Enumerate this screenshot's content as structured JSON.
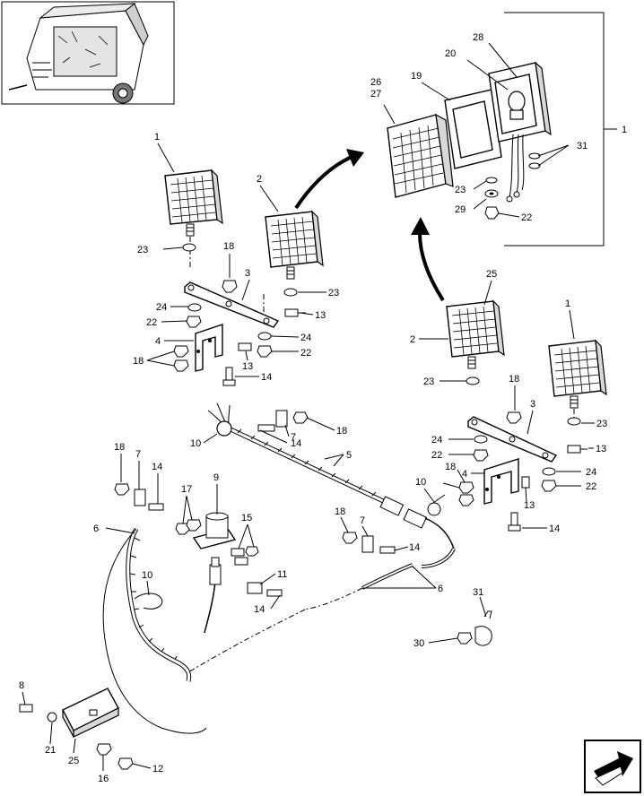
{
  "diagram": {
    "labels": {
      "l01": "1",
      "l02": "28",
      "l03": "20",
      "l04": "19",
      "l05": "26",
      "l06": "27",
      "l07": "31",
      "l08": "23",
      "l09": "29",
      "l10": "22",
      "l11": "1",
      "l12": "2",
      "l13": "23",
      "l14": "18",
      "l15": "3",
      "l16": "23",
      "l17": "24",
      "l18": "13",
      "l19": "22",
      "l20": "24",
      "l21": "4",
      "l22": "13",
      "l23": "22",
      "l24": "18",
      "l25": "14",
      "l26": "25",
      "l27": "1",
      "l28": "2",
      "l29": "23",
      "l30": "18",
      "l31": "3",
      "l32": "23",
      "l33": "24",
      "l34": "13",
      "l35": "22",
      "l36": "4",
      "l37": "18",
      "l38": "24",
      "l39": "13",
      "l40": "22",
      "l41": "14",
      "l42": "10",
      "l43": "14",
      "l44": "7",
      "l45": "18",
      "l46": "5",
      "l47": "18",
      "l48": "7",
      "l49": "14",
      "l50": "9",
      "l51": "17",
      "l52": "15",
      "l53": "6",
      "l54": "10",
      "l55": "11",
      "l56": "14",
      "l57": "10",
      "l58": "18",
      "l59": "7",
      "l60": "14",
      "l61": "6",
      "l62": "31",
      "l63": "30",
      "l64": "8",
      "l65": "21",
      "l66": "25",
      "l67": "16",
      "l68": "12"
    },
    "icons": {
      "machine": "round-baler-thumbnail-icon",
      "nav": "next-page-arrow-icon"
    }
  }
}
